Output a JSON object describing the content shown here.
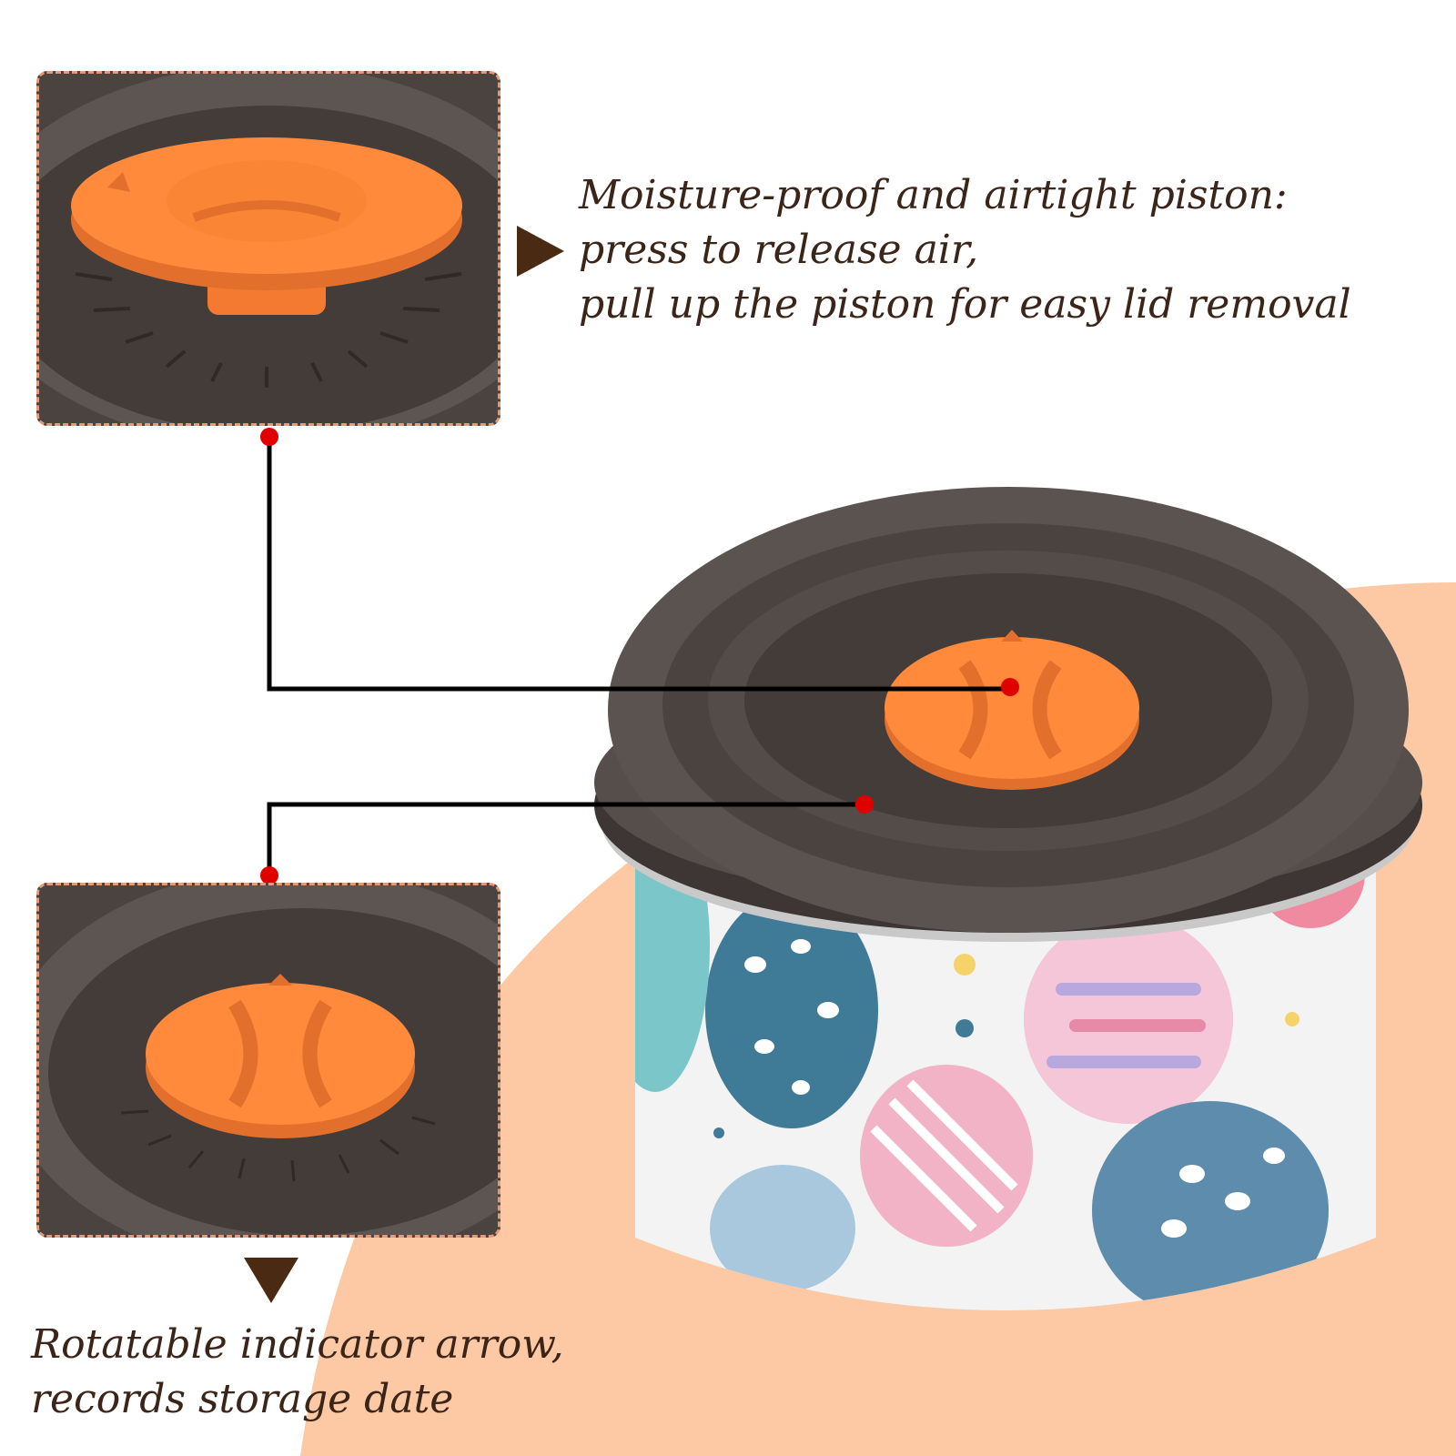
{
  "callouts": {
    "top": {
      "lines": [
        "Moisture-proof and airtight piston:",
        "press to release air,",
        "pull up the piston for easy lid removal"
      ]
    },
    "bottom": {
      "lines": [
        "Rotatable indicator arrow,",
        "records storage date"
      ]
    }
  },
  "colors": {
    "background": "#ffffff",
    "peach": "#fcc9a4",
    "lid": "#4a4340",
    "piston": "#ff8a3c",
    "arrow": "#4a2a12",
    "dot": "#e00000",
    "border": "#e39a78",
    "text": "#3b2418"
  }
}
